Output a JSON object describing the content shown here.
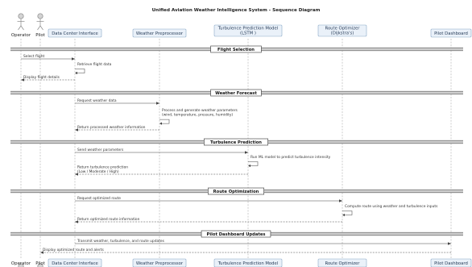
{
  "title": "Unified Aviation Weather Intelligence System - Sequence Diagram",
  "participants": [
    {
      "id": "operator",
      "kind": "actor",
      "label": "Operator"
    },
    {
      "id": "pilot",
      "kind": "actor",
      "label": "Pilot"
    },
    {
      "id": "dci",
      "kind": "box",
      "label": "Data Center Interface"
    },
    {
      "id": "wp",
      "kind": "box",
      "label": "Weather Preprocessor"
    },
    {
      "id": "tpm",
      "kind": "box",
      "label": "Turbulence Prediction Model\n(LSTM )",
      "bottom_label": "Turbulence Prediction Model"
    },
    {
      "id": "ro",
      "kind": "box",
      "label": "Route Optimizer\n(Dijkstra's)",
      "bottom_label": "Route Optimizer"
    },
    {
      "id": "pd",
      "kind": "box",
      "label": "Pilot Dashboard"
    }
  ],
  "sections": [
    {
      "title": "Flight Selection",
      "messages": [
        {
          "from": "operator",
          "to": "dci",
          "text": "Select flight",
          "style": "solid"
        },
        {
          "from": "dci",
          "to": "dci",
          "text": "Retrieve flight data",
          "style": "solid"
        },
        {
          "from": "dci",
          "to": "operator",
          "text": "Display flight details",
          "style": "dashed"
        }
      ]
    },
    {
      "title": "Weather Forecast",
      "messages": [
        {
          "from": "dci",
          "to": "wp",
          "text": "Request weather data",
          "style": "solid"
        },
        {
          "from": "wp",
          "to": "wp",
          "text": "Process and generate weather parameters\n(wind, temperature, pressure, humidity)",
          "style": "solid"
        },
        {
          "from": "wp",
          "to": "dci",
          "text": "Return processed weather information",
          "style": "dashed"
        }
      ]
    },
    {
      "title": "Turbulence Prediction",
      "messages": [
        {
          "from": "dci",
          "to": "tpm",
          "text": "Send weather parameters",
          "style": "solid"
        },
        {
          "from": "tpm",
          "to": "tpm",
          "text": "Run ML model to predict turbulence intensity",
          "style": "solid"
        },
        {
          "from": "tpm",
          "to": "dci",
          "text": "Return turbulence prediction\n(Low / Moderate / High)",
          "style": "dashed"
        }
      ]
    },
    {
      "title": "Route Optimization",
      "messages": [
        {
          "from": "dci",
          "to": "ro",
          "text": "Request optimized route",
          "style": "solid"
        },
        {
          "from": "ro",
          "to": "ro",
          "text": "Compute route using weather and turbulence inputs",
          "style": "solid"
        },
        {
          "from": "ro",
          "to": "dci",
          "text": "Return optimized route information",
          "style": "dashed"
        }
      ]
    },
    {
      "title": "Pilot Dashboard Updates",
      "messages": [
        {
          "from": "dci",
          "to": "pd",
          "text": "Transmit weather, turbulence, and route updates",
          "style": "solid"
        },
        {
          "from": "pd",
          "to": "pilot",
          "text": "Display optimized route and alerts",
          "style": "dashed"
        }
      ]
    }
  ]
}
